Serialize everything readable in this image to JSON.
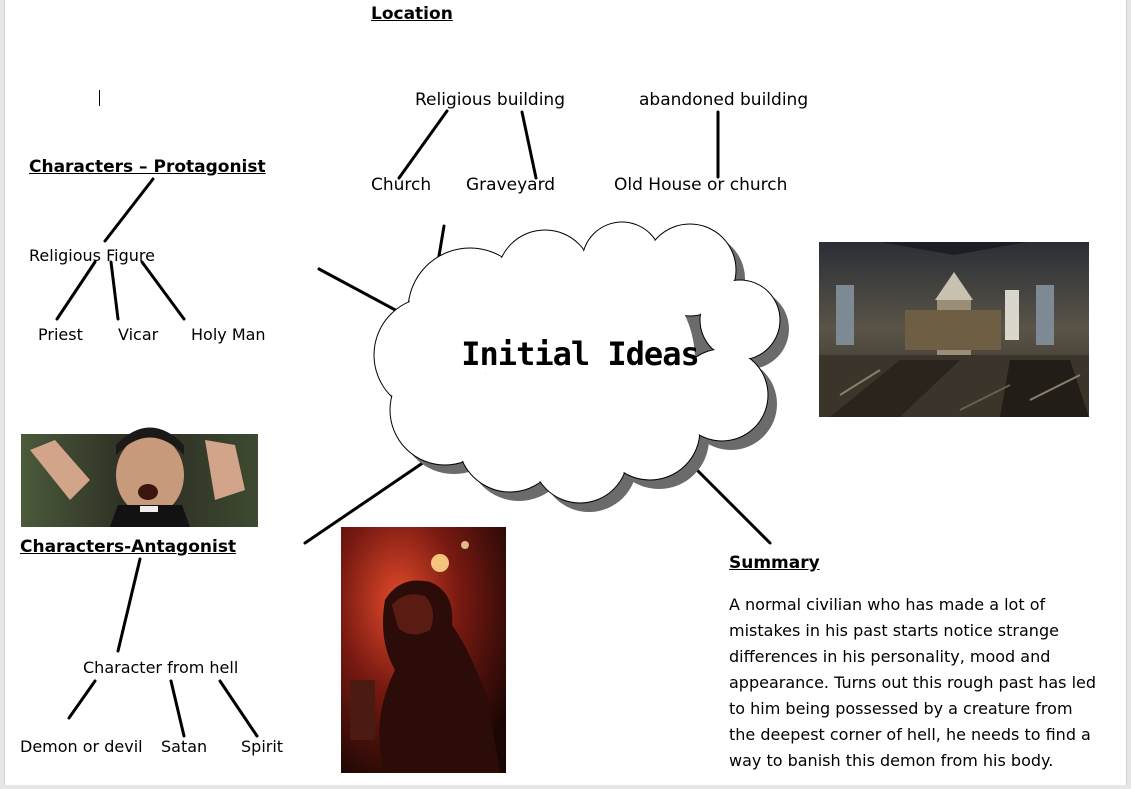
{
  "location": {
    "heading": "Location",
    "religious_building": "Religious building",
    "abandoned_building": "abandoned building",
    "church": "Church",
    "graveyard": "Graveyard",
    "old_house": "Old House or church"
  },
  "protagonist": {
    "heading": "Characters – Protagonist",
    "figure": "Religious Figure",
    "priest": "Priest",
    "vicar": "Vicar",
    "holy_man": "Holy Man"
  },
  "antagonist": {
    "heading": "Characters-Antagonist",
    "character": "Character from hell",
    "demon": "Demon or devil",
    "satan": "Satan",
    "spirit": "Spirit"
  },
  "center": {
    "title": "Initial Ideas"
  },
  "summary": {
    "heading": "Summary",
    "body": "A normal civilian who has made a lot of mistakes in his past starts notice strange differences in his personality, mood and appearance. Turns out this rough past has led to him being possessed by a creature from the deepest corner of hell, he needs to find a way to banish this demon from his body."
  },
  "colors": {
    "page": "#ffffff",
    "background": "#e6e6e6",
    "cloud_shadow": "#6b6b6b"
  }
}
